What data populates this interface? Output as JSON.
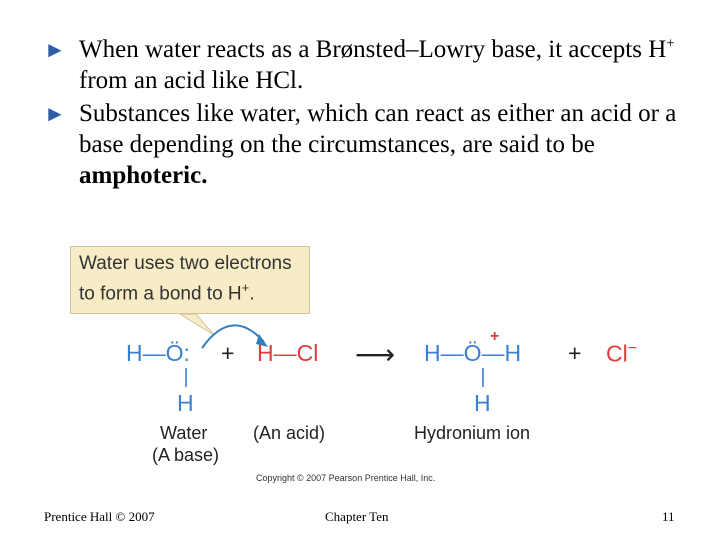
{
  "bullets": {
    "b1_text": "When water reacts as a Brønsted–Lowry base, it accepts H",
    "b1_sup": "+",
    "b1_tail": " from an acid like HCl.",
    "b2_text": "Substances like water, which can react as either an acid or a base depending on the circumstances, are said to be ",
    "b2_bold": "amphoteric."
  },
  "diagram": {
    "callout_line1": "Water uses two electrons",
    "callout_line2": "to form a bond to H",
    "callout_sup": "+",
    "callout_end": ".",
    "water_h_left": "H—",
    "water_o": "Ö",
    "water_colon": ":",
    "water_h_bottom": "H",
    "plus1": "+",
    "hcl": "H—Cl",
    "arrow": "⟶",
    "hydronium_left": "H—",
    "hydronium_o": "Ö",
    "hydronium_plus": "+",
    "hydronium_right": "—H",
    "hydronium_h_bottom": "H",
    "plus2": "+",
    "cl_minus": "Cl",
    "cl_minus_sup": "−",
    "label_water": "Water",
    "label_base": "(A base)",
    "label_acid": "(An acid)",
    "label_hydronium": "Hydronium ion",
    "copyright": "Copyright © 2007 Pearson Prentice Hall, Inc."
  },
  "footer": {
    "left": "Prentice Hall © 2007",
    "center": "Chapter Ten",
    "right": "11"
  },
  "colors": {
    "bullet": "#2e5fa6",
    "chem_blue": "#3a7fd0",
    "chem_red": "#e23b3b",
    "callout_bg": "#f7ecc6"
  },
  "icons": {
    "bullet": "right-pointing-triangle-icon",
    "electron_arrow": "curved-arrow-icon"
  }
}
